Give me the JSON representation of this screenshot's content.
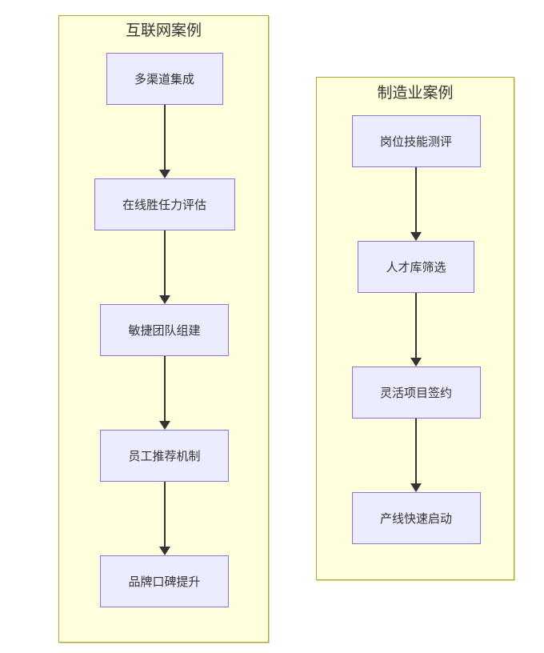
{
  "diagram": {
    "type": "flowchart",
    "direction": "top-down",
    "groups": [
      {
        "title": "互联网案例",
        "nodes": [
          "多渠道集成",
          "在线胜任力评估",
          "敏捷团队组建",
          "员工推荐机制",
          "品牌口碑提升"
        ]
      },
      {
        "title": "制造业案例",
        "nodes": [
          "岗位技能测评",
          "人才库筛选",
          "灵活项目签约",
          "产线快速启动"
        ]
      }
    ],
    "colors": {
      "group_fill": "#ffffde",
      "group_border": "#aaaa33",
      "node_fill": "#ececff",
      "node_border": "#9370db",
      "arrow": "#333333",
      "text": "#333333"
    }
  }
}
